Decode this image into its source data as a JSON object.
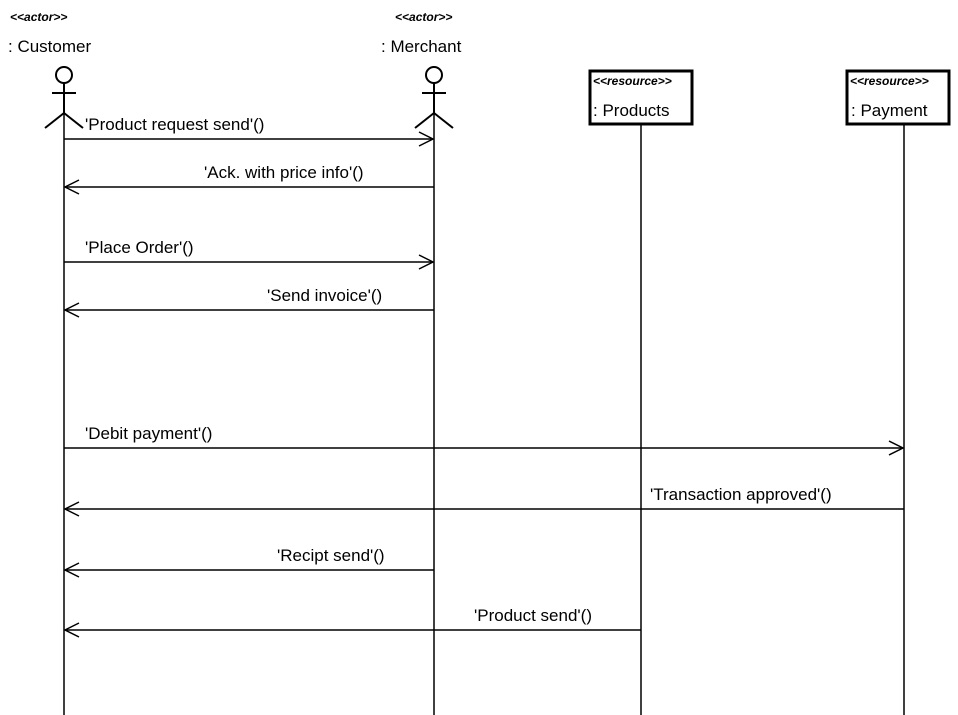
{
  "participants": [
    {
      "id": "customer",
      "stereotype": "<<actor>>",
      "name": ": Customer",
      "kind": "actor"
    },
    {
      "id": "merchant",
      "stereotype": "<<actor>>",
      "name": ": Merchant",
      "kind": "actor"
    },
    {
      "id": "products",
      "stereotype": "<<resource>>",
      "name": ": Products",
      "kind": "resource"
    },
    {
      "id": "payment",
      "stereotype": "<<resource>>",
      "name": ": Payment",
      "kind": "resource"
    }
  ],
  "messages": [
    {
      "from": "customer",
      "to": "merchant",
      "label": "'Product request send'()"
    },
    {
      "from": "merchant",
      "to": "customer",
      "label": "'Ack. with price info'()"
    },
    {
      "from": "customer",
      "to": "merchant",
      "label": "'Place Order'()"
    },
    {
      "from": "merchant",
      "to": "customer",
      "label": "'Send invoice'()"
    },
    {
      "from": "customer",
      "to": "payment",
      "label": "'Debit payment'()"
    },
    {
      "from": "payment",
      "to": "customer",
      "label": "'Transaction approved'()"
    },
    {
      "from": "merchant",
      "to": "customer",
      "label": "'Recipt send'()"
    },
    {
      "from": "products",
      "to": "customer",
      "label": "'Product send'()"
    }
  ]
}
